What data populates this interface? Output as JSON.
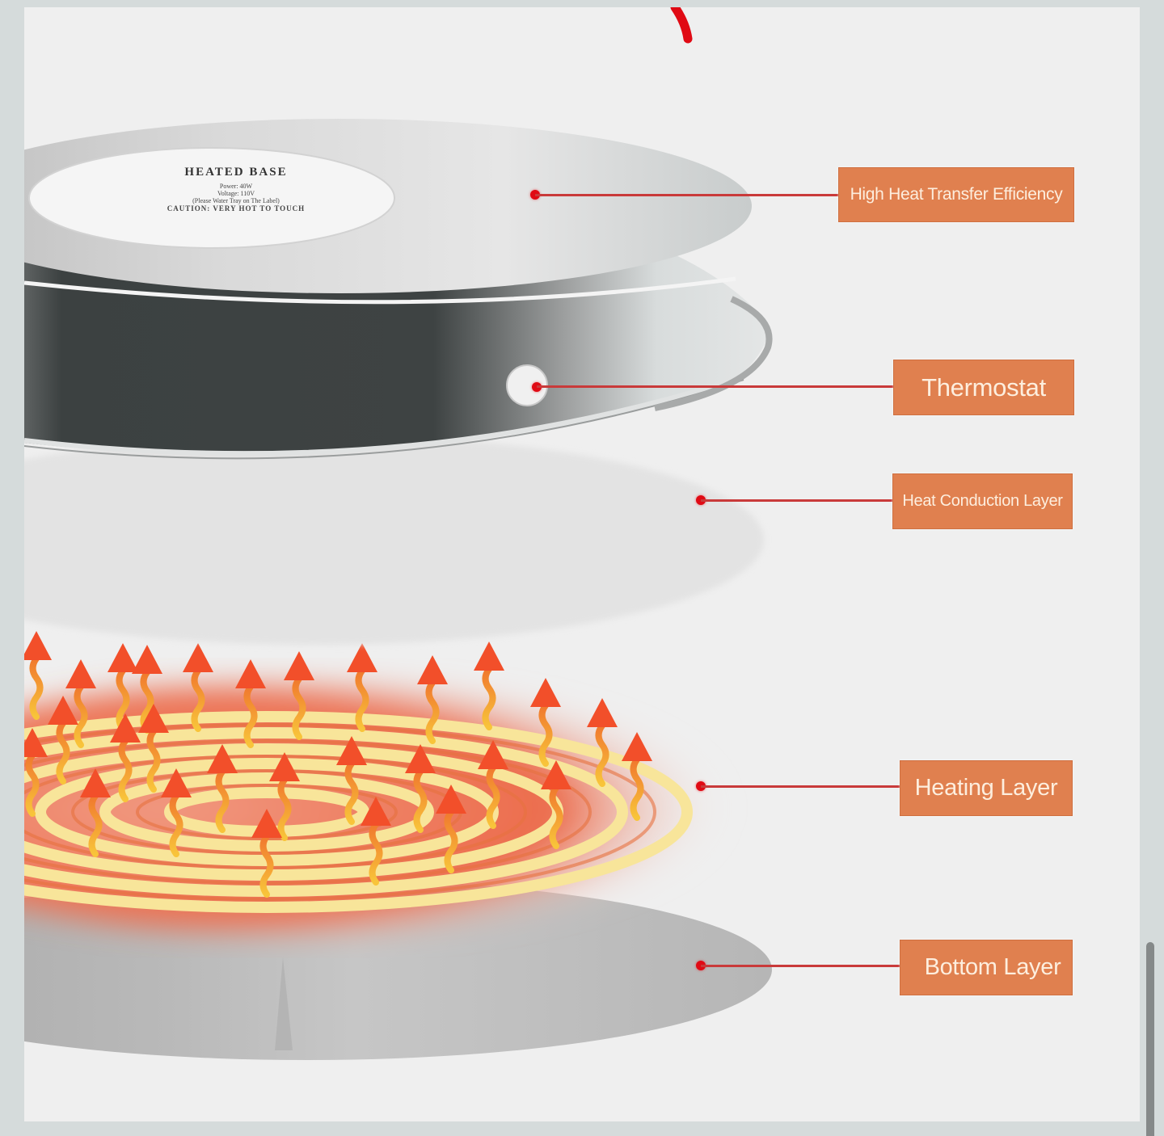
{
  "diagram": {
    "subject": "Heated base exploded layer view",
    "pan_label": {
      "title": "HEATED BASE",
      "lines": [
        "Power: 40W",
        "Voltage: 110V",
        "(Please Water Tray on The Label)",
        "CAUTION: VERY HOT TO TOUCH"
      ]
    },
    "callouts": [
      {
        "id": "high-heat-transfer-efficiency",
        "label": "High Heat Transfer Efficiency"
      },
      {
        "id": "thermostat",
        "label": "Thermostat"
      },
      {
        "id": "heat-conduction-layer",
        "label": "Heat Conduction Layer"
      },
      {
        "id": "heating-layer",
        "label": "Heating Layer"
      },
      {
        "id": "bottom-layer",
        "label": "Bottom Layer"
      }
    ],
    "colors": {
      "label_fill": "#e0804f",
      "label_text": "#fdeede",
      "connector_line": "#c93a3a",
      "connector_dot": "#e00a14",
      "heat_arrow": "#f24f2a",
      "coil": "#f8e59a",
      "background": "#efefef",
      "frame": "#d5dbdb"
    }
  }
}
